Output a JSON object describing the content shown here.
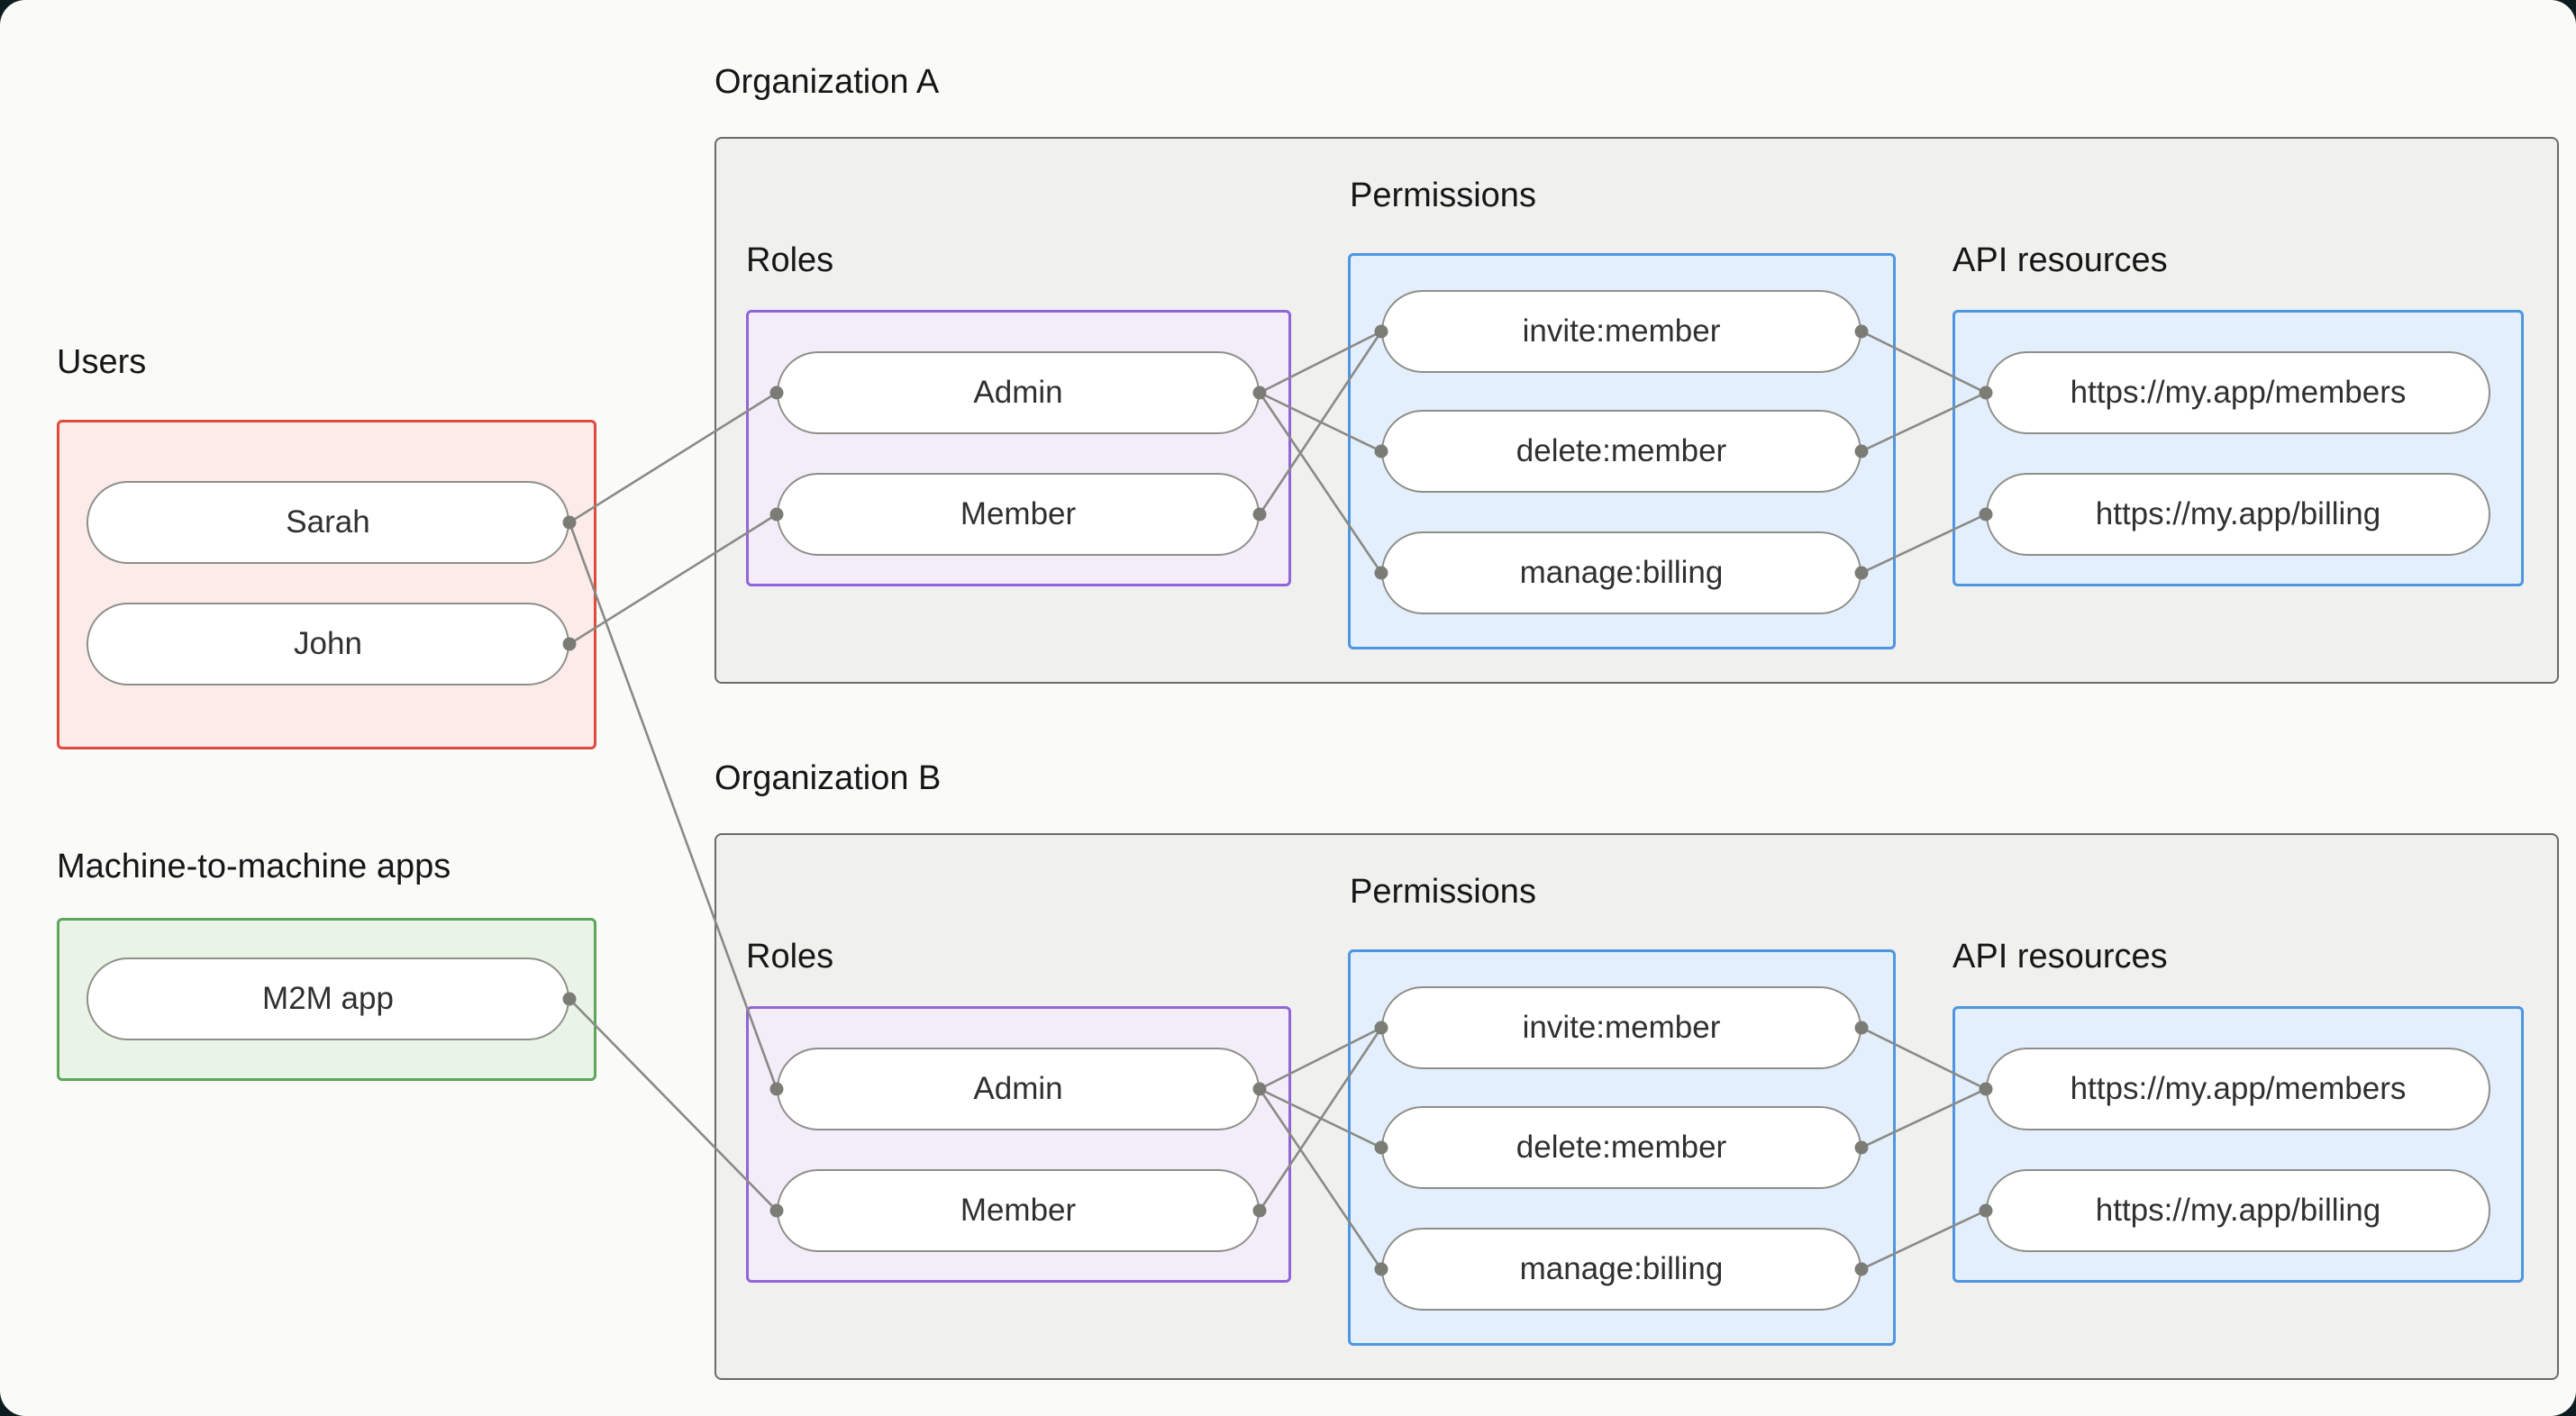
{
  "users_group": {
    "label": "Users",
    "items": [
      {
        "label": "Sarah"
      },
      {
        "label": "John"
      }
    ]
  },
  "m2m_group": {
    "label": "Machine-to-machine apps",
    "items": [
      {
        "label": "M2M app"
      }
    ]
  },
  "organizations": [
    {
      "label": "Organization A",
      "roles": {
        "label": "Roles",
        "items": [
          {
            "label": "Admin"
          },
          {
            "label": "Member"
          }
        ]
      },
      "permissions": {
        "label": "Permissions",
        "items": [
          {
            "label": "invite:member"
          },
          {
            "label": "delete:member"
          },
          {
            "label": "manage:billing"
          }
        ]
      },
      "api_resources": {
        "label": "API resources",
        "items": [
          {
            "label": "https://my.app/members"
          },
          {
            "label": "https://my.app/billing"
          }
        ]
      }
    },
    {
      "label": "Organization B",
      "roles": {
        "label": "Roles",
        "items": [
          {
            "label": "Admin"
          },
          {
            "label": "Member"
          }
        ]
      },
      "permissions": {
        "label": "Permissions",
        "items": [
          {
            "label": "invite:member"
          },
          {
            "label": "delete:member"
          },
          {
            "label": "manage:billing"
          }
        ]
      },
      "api_resources": {
        "label": "API resources",
        "items": [
          {
            "label": "https://my.app/members"
          },
          {
            "label": "https://my.app/billing"
          }
        ]
      }
    }
  ],
  "connections": [
    {
      "from": "Sarah",
      "to": "Organization A / Admin"
    },
    {
      "from": "Sarah",
      "to": "Organization B / Admin"
    },
    {
      "from": "John",
      "to": "Organization A / Member"
    },
    {
      "from": "M2M app",
      "to": "Organization B / Member"
    },
    {
      "from": "Organization A / Admin",
      "to": "Organization A / invite:member"
    },
    {
      "from": "Organization A / Admin",
      "to": "Organization A / delete:member"
    },
    {
      "from": "Organization A / Admin",
      "to": "Organization A / manage:billing"
    },
    {
      "from": "Organization A / Member",
      "to": "Organization A / invite:member"
    },
    {
      "from": "Organization A / invite:member",
      "to": "Organization A / https://my.app/members"
    },
    {
      "from": "Organization A / delete:member",
      "to": "Organization A / https://my.app/members"
    },
    {
      "from": "Organization A / manage:billing",
      "to": "Organization A / https://my.app/billing"
    },
    {
      "from": "Organization B / Admin",
      "to": "Organization B / invite:member"
    },
    {
      "from": "Organization B / Admin",
      "to": "Organization B / delete:member"
    },
    {
      "from": "Organization B / Admin",
      "to": "Organization B / manage:billing"
    },
    {
      "from": "Organization B / Member",
      "to": "Organization B / invite:member"
    },
    {
      "from": "Organization B / invite:member",
      "to": "Organization B / https://my.app/members"
    },
    {
      "from": "Organization B / delete:member",
      "to": "Organization B / https://my.app/members"
    },
    {
      "from": "Organization B / manage:billing",
      "to": "Organization B / https://my.app/billing"
    }
  ],
  "colors": {
    "page_background": "#fafaf8",
    "outer_background": "#0c1d20",
    "org_box_fill": "#f0f0ee",
    "org_box_border": "#6b6b65",
    "users_fill": "#fcebe9",
    "users_border": "#df4a3e",
    "m2m_fill": "#e9f4e7",
    "m2m_border": "#5ea65a",
    "roles_fill": "#f3edfa",
    "roles_border": "#9165d9",
    "permissions_fill": "#e3effc",
    "permissions_border": "#4e96e2",
    "connector_line": "#8a8a85"
  }
}
